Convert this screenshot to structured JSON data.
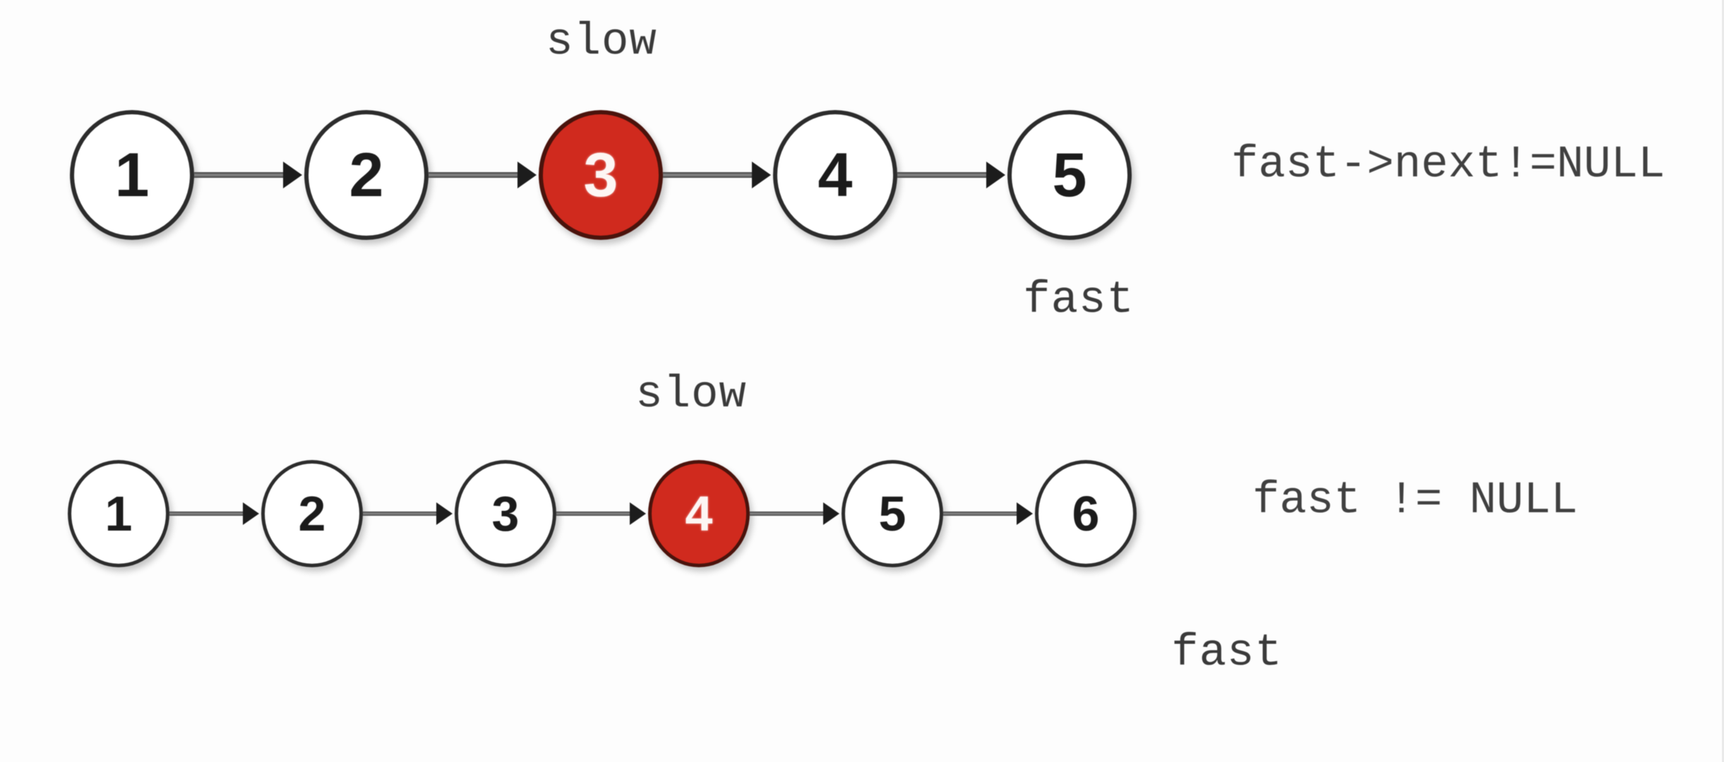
{
  "colors": {
    "background": "#fdfdfd",
    "node_fill": "#ffffff",
    "node_stroke": "#2c2c2c",
    "highlight_fill": "#d02a1e",
    "highlight_stroke": "#4a130c",
    "highlight_text": "#fdf6f4",
    "node_text": "#1b1b1b",
    "arrow_shaft": "#4f4f4f",
    "arrowhead": "#1c1c1c",
    "label_text": "#3a3a3a"
  },
  "diagrams": [
    {
      "name": "odd-length-linked-list",
      "nodes": [
        {
          "value": "1",
          "highlight": false
        },
        {
          "value": "2",
          "highlight": false
        },
        {
          "value": "3",
          "highlight": true
        },
        {
          "value": "4",
          "highlight": false
        },
        {
          "value": "5",
          "highlight": false
        }
      ],
      "labels": {
        "slow": "slow",
        "fast": "fast"
      },
      "condition": "fast->next!=NULL"
    },
    {
      "name": "even-length-linked-list",
      "nodes": [
        {
          "value": "1",
          "highlight": false
        },
        {
          "value": "2",
          "highlight": false
        },
        {
          "value": "3",
          "highlight": false
        },
        {
          "value": "4",
          "highlight": true
        },
        {
          "value": "5",
          "highlight": false
        },
        {
          "value": "6",
          "highlight": false
        }
      ],
      "labels": {
        "slow": "slow",
        "fast": "fast"
      },
      "condition": "fast != NULL"
    }
  ]
}
